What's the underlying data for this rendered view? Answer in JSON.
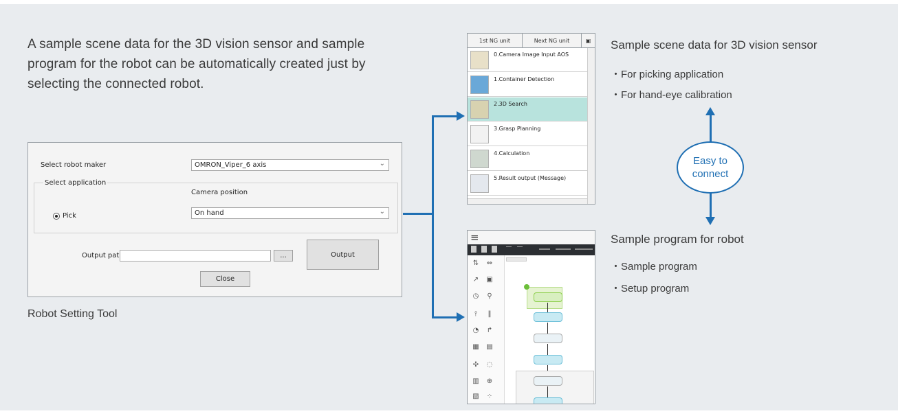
{
  "intro_text": "A sample scene data for the 3D vision sensor and sample program for the robot can be automatically created just by selecting the connected robot.",
  "caption": "Robot Setting Tool",
  "dialog": {
    "robot_maker_label": "Select robot maker",
    "robot_maker_value": "OMRON_Viper_6 axis",
    "application_label": "Select application",
    "camera_position_label": "Camera position",
    "radio_pick_label": "Pick",
    "camera_position_value": "On hand",
    "output_path_label": "Output path",
    "browse_label": "...",
    "output_button": "Output",
    "close_button": "Close"
  },
  "flow_list": {
    "tabs": [
      "1st NG unit",
      "Next NG unit"
    ],
    "items": [
      {
        "label": "0.Camera Image Input AOS"
      },
      {
        "label": "1.Container Detection"
      },
      {
        "label": "2.3D Search"
      },
      {
        "label": "3.Grasp Planning"
      },
      {
        "label": "4.Calculation"
      },
      {
        "label": "5.Result output (Message)"
      }
    ],
    "active_index": 2
  },
  "scene": {
    "title": "Sample scene data for 3D vision sensor",
    "bullets": [
      "・For picking application",
      "・For hand-eye calibration"
    ]
  },
  "connect": {
    "line1": "Easy to",
    "line2": "connect"
  },
  "program": {
    "title": "Sample program for robot",
    "bullets": [
      "・Sample program",
      "・Setup program"
    ]
  },
  "colors": {
    "accent": "#1f6fb3",
    "panel": "#e9ecef",
    "active_item": "#b8e3dd"
  }
}
